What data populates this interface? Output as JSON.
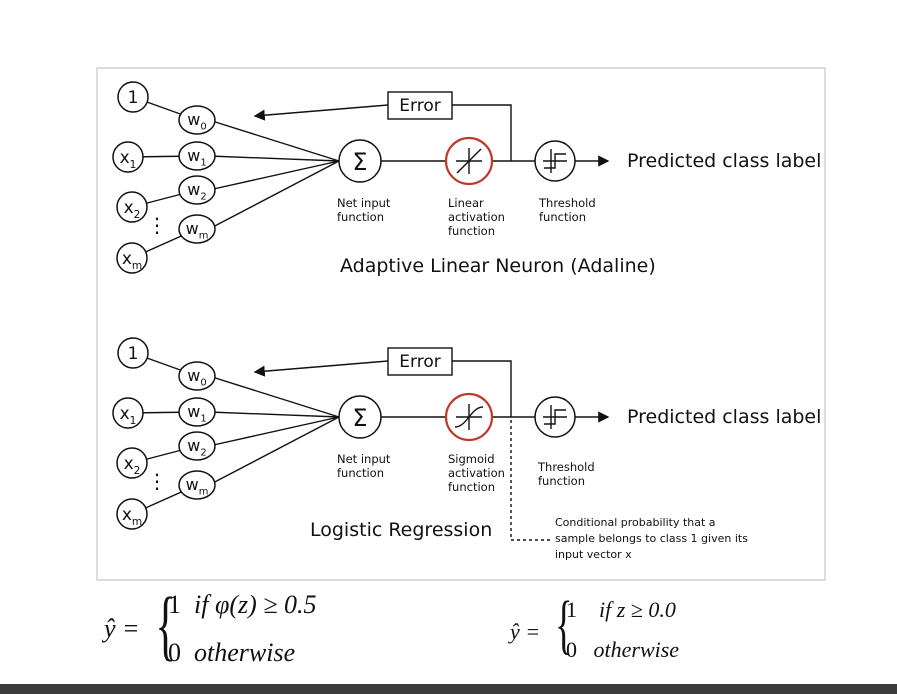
{
  "adaline": {
    "inputs": [
      "1",
      "x1",
      "x2",
      "xm"
    ],
    "weights": [
      "w0",
      "w1",
      "w2",
      "wm"
    ],
    "dots": "⋮",
    "error_label": "Error",
    "sum_symbol": "Σ",
    "net_input_label": [
      "Net input",
      "function"
    ],
    "activation_label": [
      "Linear",
      "activation",
      "function"
    ],
    "threshold_label": [
      "Threshold",
      "function"
    ],
    "output_label": "Predicted class label",
    "caption": "Adaptive Linear Neuron (Adaline)"
  },
  "logistic": {
    "inputs": [
      "1",
      "x1",
      "x2",
      "xm"
    ],
    "weights": [
      "w0",
      "w1",
      "w2",
      "wm"
    ],
    "dots": "⋮",
    "error_label": "Error",
    "sum_symbol": "Σ",
    "net_input_label": [
      "Net input",
      "function"
    ],
    "activation_label": [
      "Sigmoid",
      "activation",
      "function"
    ],
    "threshold_label": [
      "Threshold",
      "function"
    ],
    "output_label": "Predicted class label",
    "caption": "Logistic Regression",
    "annotation": [
      "Conditional probability that a",
      "sample belongs to class 1 given its",
      "input vector x"
    ]
  },
  "formula_left": {
    "lhs": "ŷ =",
    "case1_val": "1",
    "case1_cond": "if φ(z) ≥ 0.5",
    "case2_val": "0",
    "case2_cond": "otherwise"
  },
  "formula_right": {
    "lhs": "ŷ =",
    "case1_val": "1",
    "case1_cond": "if z ≥ 0.0",
    "case2_val": "0",
    "case2_cond": "otherwise"
  },
  "colors": {
    "activation_ring": "#c0392b",
    "frame": "#bbbbbb",
    "bottom_bar": "#3b3b3b"
  }
}
